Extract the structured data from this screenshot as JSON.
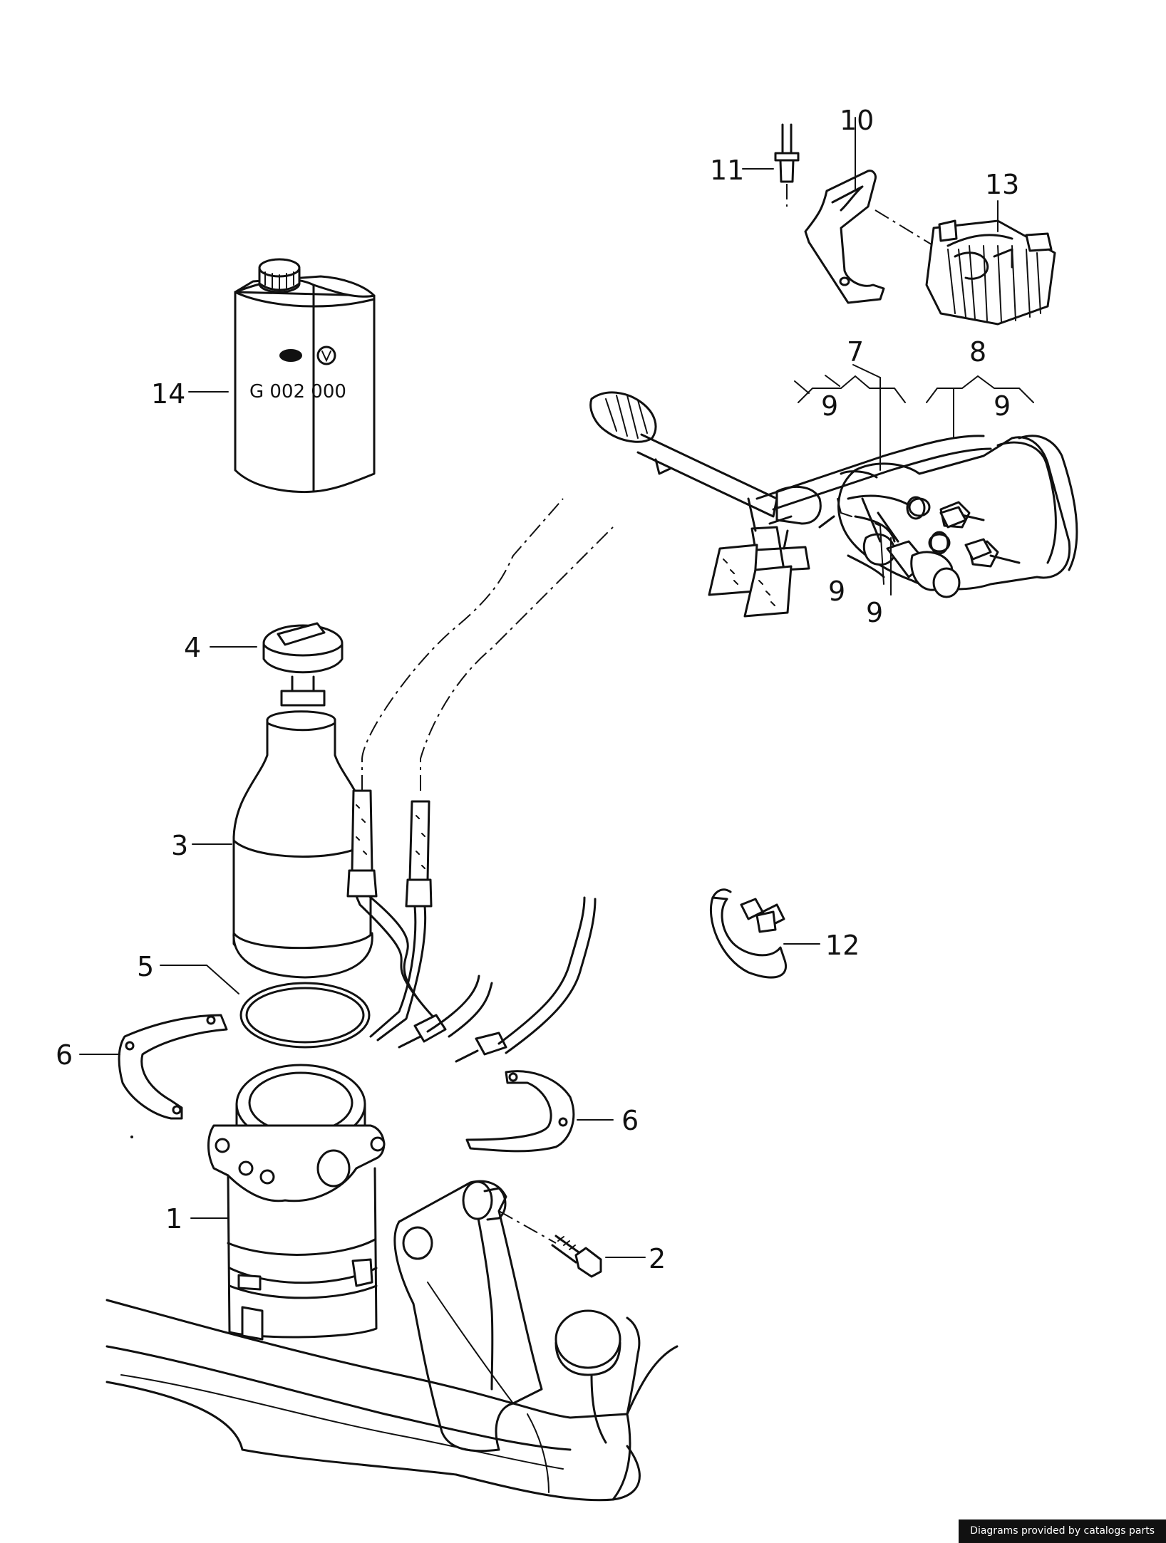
{
  "callouts": {
    "c1": "1",
    "c2": "2",
    "c3": "3",
    "c4": "4",
    "c5": "5",
    "c6a": "6",
    "c6b": "6",
    "c7": "7",
    "c8": "8",
    "c9a": "9",
    "c9b": "9",
    "c9c": "9",
    "c9d": "9",
    "c10": "10",
    "c11": "11",
    "c12": "12",
    "c13": "13",
    "c14": "14"
  },
  "oil_can": {
    "part_number": "G 002 000"
  },
  "credit": "Diagrams provided by catalogs parts"
}
